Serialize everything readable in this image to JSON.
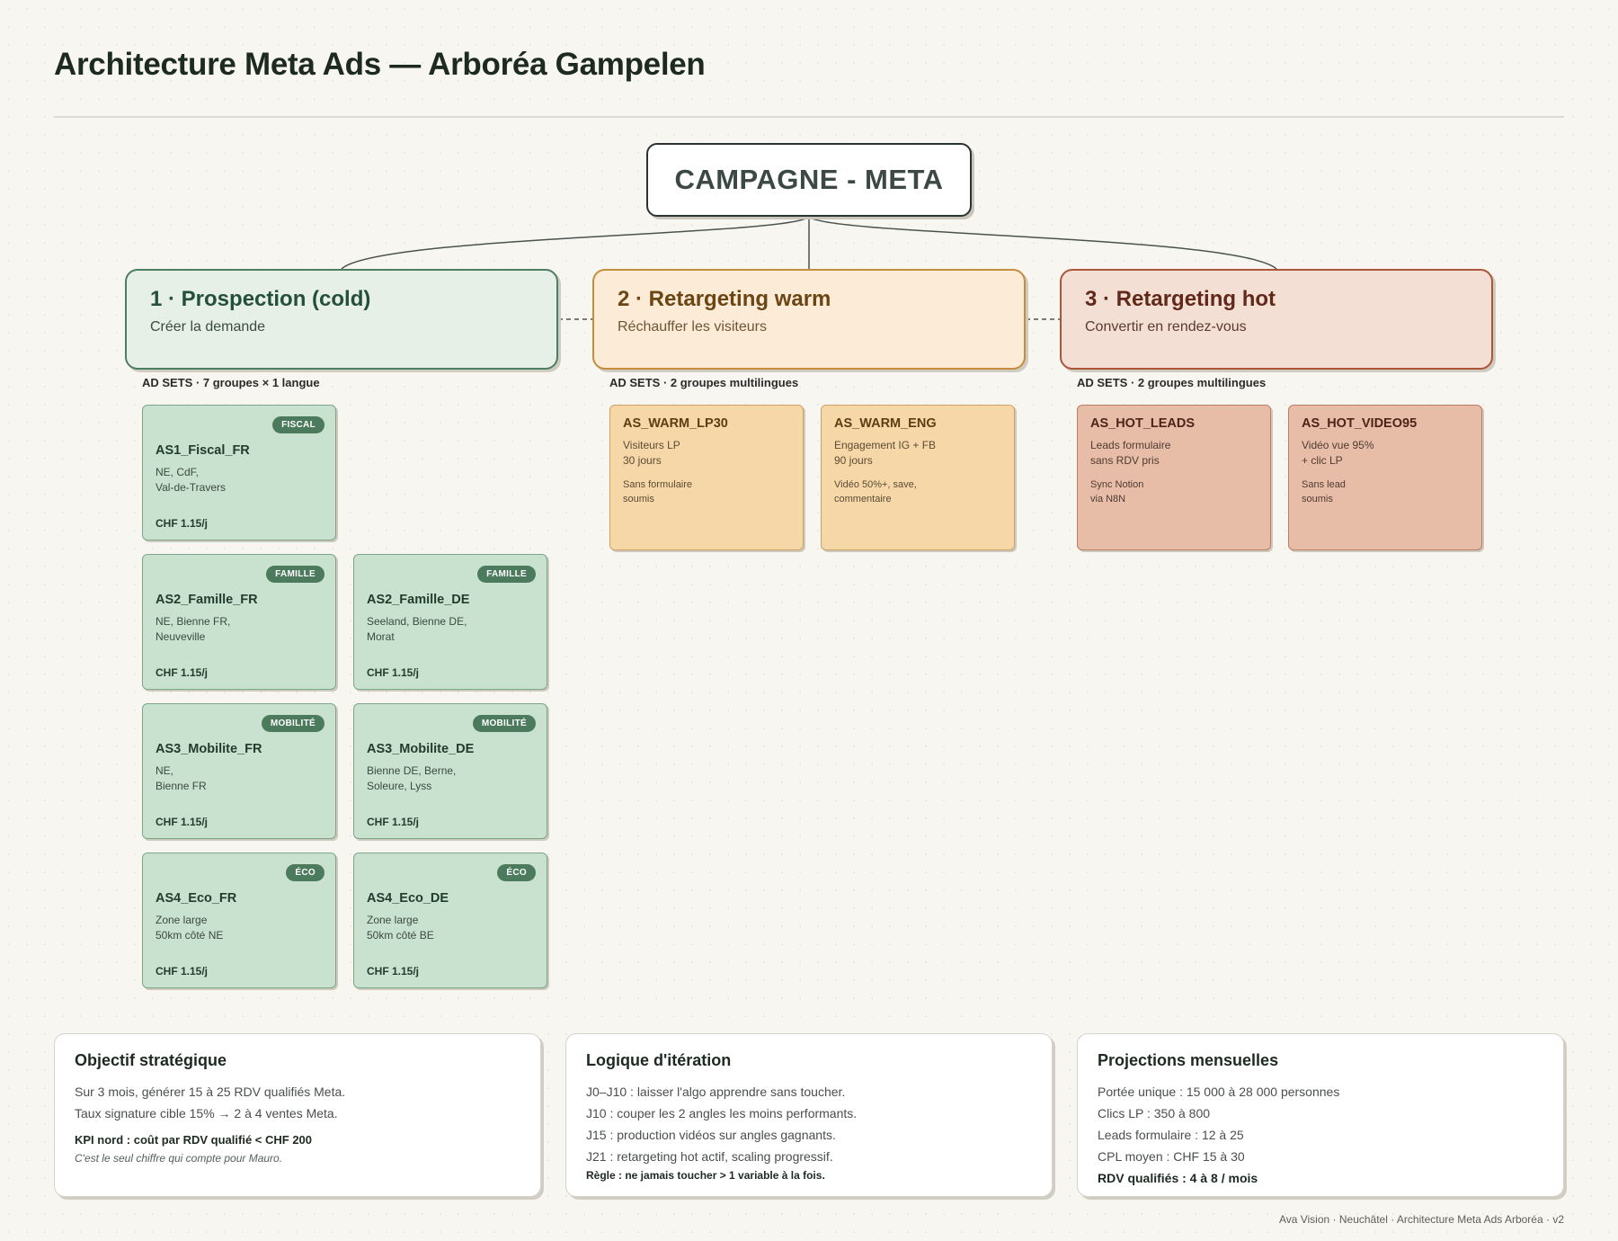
{
  "title": "Architecture Meta Ads — Arboréa Gampelen",
  "campaign": "CAMPAGNE - META",
  "phases": [
    {
      "title": "1 · Prospection (cold)",
      "subtitle": "Créer la demande",
      "adsets_label": "AD SETS · 7 groupes × 1 langue",
      "color": "#4e7e61"
    },
    {
      "title": "2 · Retargeting warm",
      "subtitle": "Réchauffer les visiteurs",
      "adsets_label": "AD SETS · 2 groupes multilingues",
      "color": "#c58d3e"
    },
    {
      "title": "3 · Retargeting hot",
      "subtitle": "Convertir en rendez-vous",
      "adsets_label": "AD SETS · 2 groupes multilingues",
      "color": "#ad5539"
    }
  ],
  "prospection_adsets": [
    {
      "badge": "FISCAL",
      "name": "AS1_Fiscal_FR",
      "desc": "NE, CdF,\nVal-de-Travers",
      "budget": "CHF 1.15/j"
    },
    {
      "badge": "FAMILLE",
      "name": "AS2_Famille_FR",
      "desc": "NE, Bienne FR,\nNeuveville",
      "budget": "CHF 1.15/j"
    },
    {
      "badge": "FAMILLE",
      "name": "AS2_Famille_DE",
      "desc": "Seeland, Bienne DE,\nMorat",
      "budget": "CHF 1.15/j"
    },
    {
      "badge": "MOBILITÉ",
      "name": "AS3_Mobilite_FR",
      "desc": "NE,\nBienne FR",
      "budget": "CHF 1.15/j"
    },
    {
      "badge": "MOBILITÉ",
      "name": "AS3_Mobilite_DE",
      "desc": "Bienne DE, Berne,\nSoleure, Lyss",
      "budget": "CHF 1.15/j"
    },
    {
      "badge": "ÉCO",
      "name": "AS4_Eco_FR",
      "desc": "Zone large\n50km côté NE",
      "budget": "CHF 1.15/j"
    },
    {
      "badge": "ÉCO",
      "name": "AS4_Eco_DE",
      "desc": "Zone large\n50km côté BE",
      "budget": "CHF 1.15/j"
    }
  ],
  "warm_adsets": [
    {
      "name": "AS_WARM_LP30",
      "desc": "Visiteurs LP\n30 jours",
      "note": "Sans formulaire\nsoumis"
    },
    {
      "name": "AS_WARM_ENG",
      "desc": "Engagement IG + FB\n90 jours",
      "note": "Vidéo 50%+, save,\ncommentaire"
    }
  ],
  "hot_adsets": [
    {
      "name": "AS_HOT_LEADS",
      "desc": "Leads formulaire\nsans RDV pris",
      "note": "Sync Notion\nvia N8N"
    },
    {
      "name": "AS_HOT_VIDEO95",
      "desc": "Vidéo vue 95%\n+ clic LP",
      "note": "Sans lead\nsoumis"
    }
  ],
  "info_boxes": {
    "objectif": {
      "title": "Objectif stratégique",
      "lines": [
        "Sur 3 mois, générer 15 à 25 RDV qualifiés Meta.",
        "Taux signature cible 15% → 2 à 4 ventes Meta."
      ],
      "kpi": "KPI nord : coût par RDV qualifié < CHF 200",
      "note": "C'est le seul chiffre qui compte pour Mauro."
    },
    "iteration": {
      "title": "Logique d'itération",
      "lines": [
        "J0–J10 : laisser l'algo apprendre sans toucher.",
        "J10 : couper les 2 angles les moins performants.",
        "J15 : production vidéos sur angles gagnants.",
        "J21 : retargeting hot actif, scaling progressif."
      ],
      "rule": "Règle : ne jamais toucher > 1 variable à la fois."
    },
    "projections": {
      "title": "Projections mensuelles",
      "lines": [
        "Portée unique : 15 000 à 28 000 personnes",
        "Clics LP : 350 à 800",
        "Leads formulaire : 12 à 25",
        "CPL moyen : CHF 15 à 30"
      ],
      "highlight": "RDV qualifiés : 4 à 8 / mois"
    }
  },
  "footer": "Ava Vision · Neuchâtel · Architecture Meta Ads Arboréa · v2"
}
